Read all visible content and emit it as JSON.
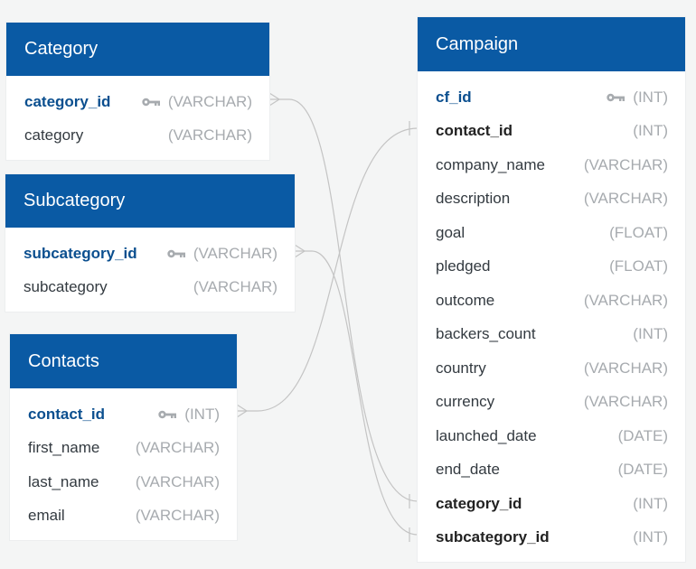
{
  "tables": {
    "category": {
      "title": "Category",
      "columns": [
        {
          "name": "category_id",
          "type": "(VARCHAR)",
          "key": "pk"
        },
        {
          "name": "category",
          "type": "(VARCHAR)",
          "key": ""
        }
      ]
    },
    "subcategory": {
      "title": "Subcategory",
      "columns": [
        {
          "name": "subcategory_id",
          "type": "(VARCHAR)",
          "key": "pk"
        },
        {
          "name": "subcategory",
          "type": "(VARCHAR)",
          "key": ""
        }
      ]
    },
    "contacts": {
      "title": "Contacts",
      "columns": [
        {
          "name": "contact_id",
          "type": "(INT)",
          "key": "pk"
        },
        {
          "name": "first_name",
          "type": "(VARCHAR)",
          "key": ""
        },
        {
          "name": "last_name",
          "type": "(VARCHAR)",
          "key": ""
        },
        {
          "name": "email",
          "type": "(VARCHAR)",
          "key": ""
        }
      ]
    },
    "campaign": {
      "title": "Campaign",
      "columns": [
        {
          "name": "cf_id",
          "type": "(INT)",
          "key": "pk"
        },
        {
          "name": "contact_id",
          "type": "(INT)",
          "key": "fk"
        },
        {
          "name": "company_name",
          "type": "(VARCHAR)",
          "key": ""
        },
        {
          "name": "description",
          "type": "(VARCHAR)",
          "key": ""
        },
        {
          "name": "goal",
          "type": "(FLOAT)",
          "key": ""
        },
        {
          "name": "pledged",
          "type": "(FLOAT)",
          "key": ""
        },
        {
          "name": "outcome",
          "type": "(VARCHAR)",
          "key": ""
        },
        {
          "name": "backers_count",
          "type": "(INT)",
          "key": ""
        },
        {
          "name": "country",
          "type": "(VARCHAR)",
          "key": ""
        },
        {
          "name": "currency",
          "type": "(VARCHAR)",
          "key": ""
        },
        {
          "name": "launched_date",
          "type": "(DATE)",
          "key": ""
        },
        {
          "name": "end_date",
          "type": "(DATE)",
          "key": ""
        },
        {
          "name": "category_id",
          "type": "(INT)",
          "key": "fk"
        },
        {
          "name": "subcategory_id",
          "type": "(INT)",
          "key": "fk"
        }
      ]
    }
  },
  "relationships": [
    {
      "from": "category.category_id",
      "to": "campaign.category_id"
    },
    {
      "from": "subcategory.subcategory_id",
      "to": "campaign.subcategory_id"
    },
    {
      "from": "contacts.contact_id",
      "to": "campaign.contact_id"
    }
  ],
  "colors": {
    "header": "#0a5aa4",
    "primary_key_text": "#0b4f8f",
    "type_text": "#a7abaf",
    "connector": "#c4c4c4",
    "background": "#f4f5f5"
  },
  "icons": {
    "primary_key": "key-icon"
  }
}
